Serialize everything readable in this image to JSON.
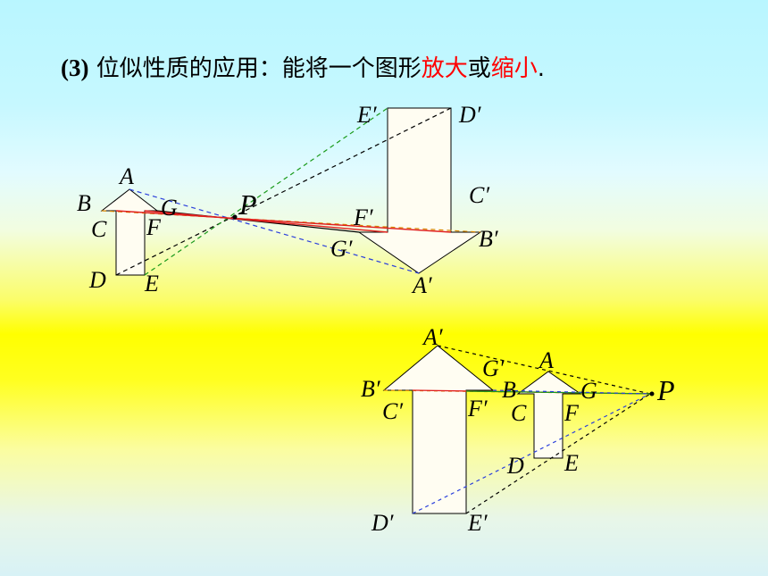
{
  "title": {
    "number": "(3)",
    "text_1": " 位似性质的应用：能将一个图形",
    "highlight_1": "放大",
    "text_2": "或",
    "highlight_2": "缩小",
    "end": "."
  },
  "figure_top": {
    "labels": {
      "A": "A",
      "B": "B",
      "C": "C",
      "D": "D",
      "E": "E",
      "F": "F",
      "G": "G",
      "P": "P",
      "A_prime": "A′",
      "B_prime": "B′",
      "C_prime": "C′",
      "D_prime": "D′",
      "E_prime": "E′",
      "F_prime": "F′",
      "G_prime": "G′"
    }
  },
  "figure_bottom": {
    "labels": {
      "A": "A",
      "B": "B",
      "C": "C",
      "D": "D",
      "E": "E",
      "F": "F",
      "G": "G",
      "P": "P",
      "A_prime": "A′",
      "B_prime": "B′",
      "C_prime": "C′",
      "D_prime": "D′",
      "E_prime": "E′",
      "F_prime": "F′",
      "G_prime": "G′"
    }
  },
  "colors": {
    "highlight": "#ff0000",
    "line_blue": "#2a3fdc",
    "line_green": "#1a9a1a",
    "line_black": "#000000",
    "line_red": "#e02020",
    "line_orange": "#d88400",
    "shape_fill": "#fffdf2"
  }
}
